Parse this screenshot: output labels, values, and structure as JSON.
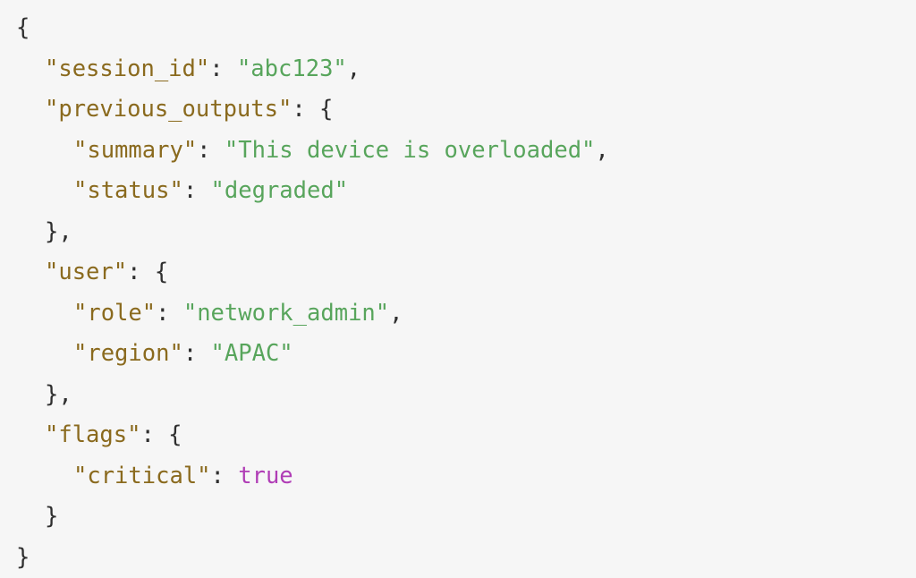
{
  "code": {
    "session_id_key": "\"session_id\"",
    "session_id_value": "\"abc123\"",
    "previous_outputs_key": "\"previous_outputs\"",
    "summary_key": "\"summary\"",
    "summary_value": "\"This device is overloaded\"",
    "status_key": "\"status\"",
    "status_value": "\"degraded\"",
    "user_key": "\"user\"",
    "role_key": "\"role\"",
    "role_value": "\"network_admin\"",
    "region_key": "\"region\"",
    "region_value": "\"APAC\"",
    "flags_key": "\"flags\"",
    "critical_key": "\"critical\"",
    "critical_value": "true"
  },
  "colors": {
    "background": "#f6f6f6",
    "punctuation": "#2f2f2f",
    "key": "#8a6a1e",
    "string": "#58a55c",
    "boolean": "#b03db6"
  }
}
